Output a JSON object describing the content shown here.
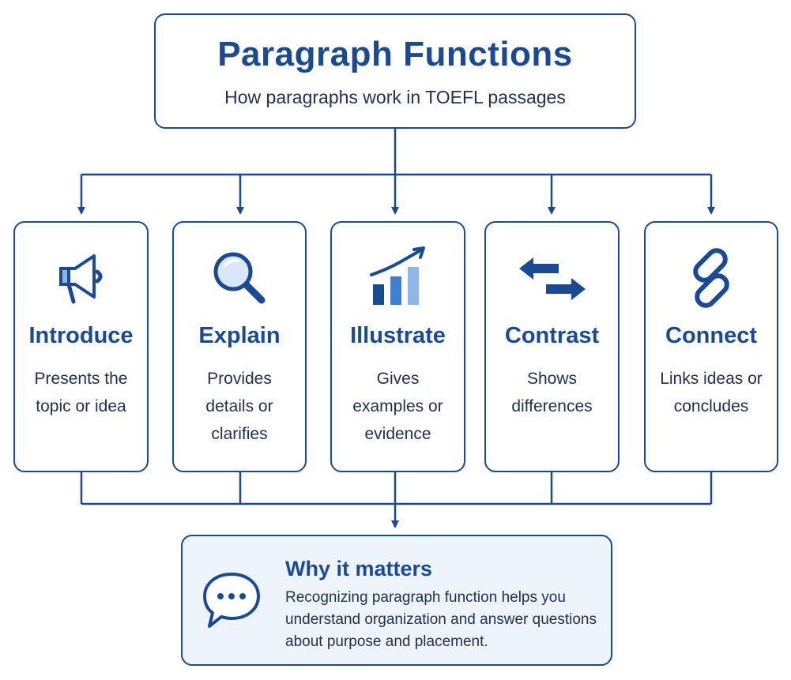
{
  "header": {
    "title": "Paragraph Functions",
    "subtitle": "How paragraphs work in TOEFL passages"
  },
  "functions": [
    {
      "name": "Introduce",
      "description": "Presents the topic or idea",
      "icon": "megaphone-icon"
    },
    {
      "name": "Explain",
      "description": "Provides details or clarifies",
      "icon": "magnifier-icon"
    },
    {
      "name": "Illustrate",
      "description": "Gives examples or evidence",
      "icon": "growth-chart-icon"
    },
    {
      "name": "Contrast",
      "description": "Shows differences",
      "icon": "opposite-arrows-icon"
    },
    {
      "name": "Connect",
      "description": "Links ideas or concludes",
      "icon": "chain-link-icon"
    }
  ],
  "why": {
    "title": "Why it matters",
    "text": "Recognizing paragraph function helps you understand organization and answer questions about purpose and placement.",
    "icon": "speech-bubble-icon"
  },
  "colors": {
    "primary": "#1b4a93",
    "accent_light": "#8fb6e8",
    "accent_mid": "#3f7fd1",
    "panel_bg": "#eef4fc"
  }
}
